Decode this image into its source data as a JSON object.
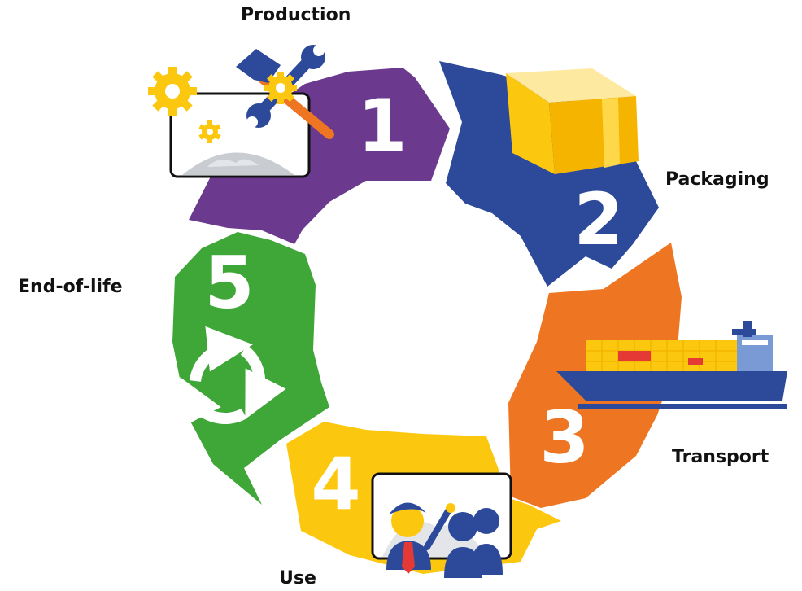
{
  "stages": [
    {
      "number": "1",
      "label": "Production",
      "color": "#6b3a8e"
    },
    {
      "number": "2",
      "label": "Packaging",
      "color": "#2d4a9a"
    },
    {
      "number": "3",
      "label": "Transport",
      "color": "#ee7623"
    },
    {
      "number": "4",
      "label": "Use",
      "color": "#fcc80f"
    },
    {
      "number": "5",
      "label": "End-of-life",
      "color": "#3fa638"
    }
  ],
  "icons": [
    "tools-gears-globe-icon",
    "cardboard-box-icon",
    "container-ship-icon",
    "presenter-audience-icon",
    "recycle-icon"
  ]
}
